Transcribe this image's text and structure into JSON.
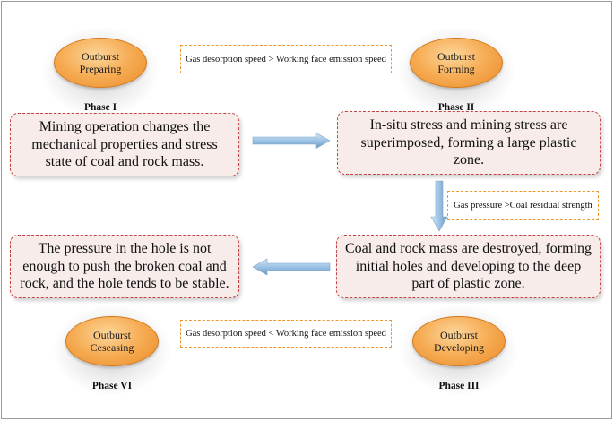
{
  "phases": [
    {
      "name": "Outburst Preparing",
      "label": "Phase I"
    },
    {
      "name": "Outburst Forming",
      "label": "Phase II"
    },
    {
      "name": "Outburst Developing",
      "label": "Phase III"
    },
    {
      "name": "Outburst Ceseasing",
      "label": "Phase VI"
    }
  ],
  "conditions": {
    "top": "Gas desorption speed > Working face emission speed",
    "right": "Gas pressure >Coal residual strength",
    "bottom": "Gas desorption speed < Working face emission speed"
  },
  "stages": {
    "top_left": "Mining operation changes the mechanical properties and stress state of coal and rock mass.",
    "top_right": "In-situ stress and mining stress are superimposed, forming a large plastic zone.",
    "bottom_right": "Coal and rock mass are destroyed, forming initial holes and developing to the deep part of plastic zone.",
    "bottom_left": "The pressure in the hole is not enough to push the broken coal and rock, and the hole tends to be stable."
  },
  "colors": {
    "oval_fill": "#f6ab52",
    "condition_border": "#f1962e",
    "stage_border": "#c44343",
    "stage_fill": "#f7ecea",
    "arrow_fill": "#a9cbe8"
  }
}
